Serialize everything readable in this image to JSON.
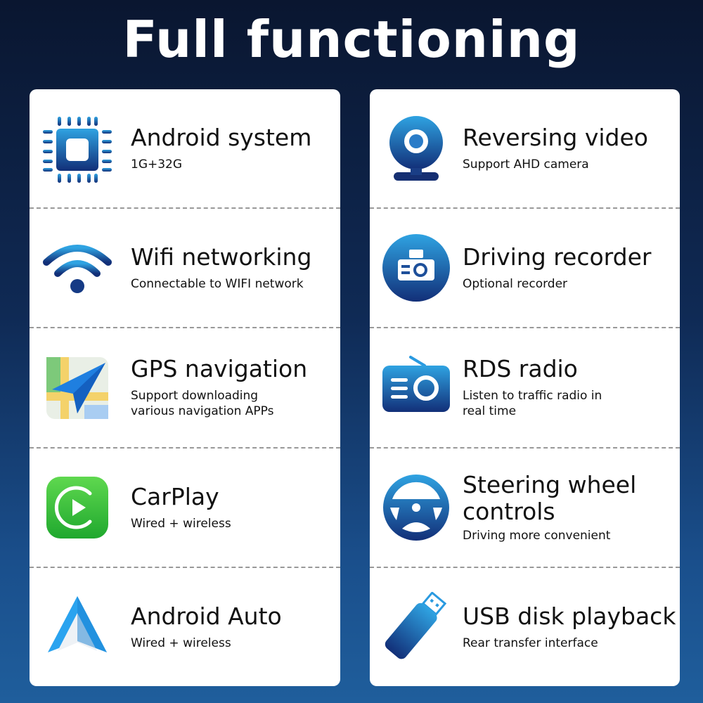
{
  "title": "Full functioning",
  "left": [
    {
      "title": "Android system",
      "subtitle": "1G+32G",
      "icon": "chip-icon"
    },
    {
      "title": "Wifi networking",
      "subtitle": "Connectable to WIFI network",
      "icon": "wifi-icon"
    },
    {
      "title": "GPS navigation",
      "subtitle": "Support downloading various navigation APPs",
      "icon": "gps-map-icon"
    },
    {
      "title": "CarPlay",
      "subtitle": "Wired + wireless",
      "icon": "carplay-icon"
    },
    {
      "title": "Android Auto",
      "subtitle": "Wired + wireless",
      "icon": "android-auto-icon"
    }
  ],
  "right": [
    {
      "title": "Reversing video",
      "subtitle": "Support AHD camera",
      "icon": "webcam-icon"
    },
    {
      "title": "Driving recorder",
      "subtitle": "Optional recorder",
      "icon": "dashcam-icon"
    },
    {
      "title": "RDS radio",
      "subtitle": "Listen to traffic radio in real time",
      "icon": "radio-icon"
    },
    {
      "title": "Steering wheel controls",
      "subtitle": "Driving more convenient",
      "icon": "steering-wheel-icon"
    },
    {
      "title": "USB disk playback",
      "subtitle": "Rear transfer interface",
      "icon": "usb-drive-icon"
    }
  ],
  "colors": {
    "accent": "#1f5fae",
    "carplay": "#3cc13b"
  }
}
